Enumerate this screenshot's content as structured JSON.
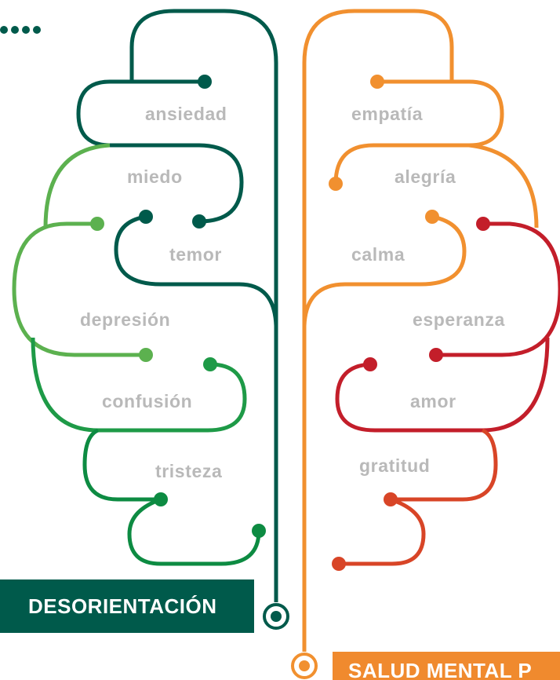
{
  "colors": {
    "dark_teal": "#005a4b",
    "green_light": "#5cb14f",
    "green_mid": "#1e9a47",
    "green_dark": "#0d8b42",
    "orange": "#f1902f",
    "red": "#c31e2a",
    "red_orange": "#d84527",
    "word_gray": "#b9b9b9",
    "label_right_bg": "#f08a2e",
    "label_left_bg": "#005a4b"
  },
  "left_label": "DESORIENTACIÓN",
  "right_label": "SALUD MENTAL P",
  "left_words": [
    "ansiedad",
    "miedo",
    "temor",
    "depresión",
    "confusión",
    "tristeza"
  ],
  "right_words": [
    "empatía",
    "alegría",
    "calma",
    "esperanza",
    "amor",
    "gratitud"
  ]
}
